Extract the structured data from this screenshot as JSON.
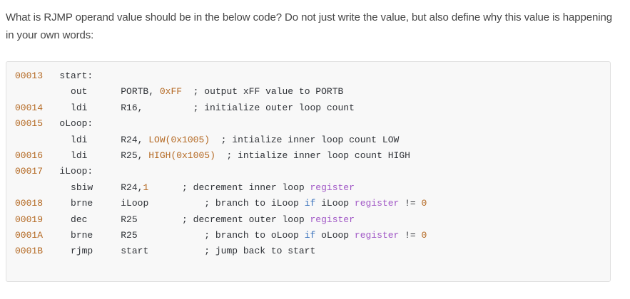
{
  "question": {
    "text": "What is RJMP operand value should be in the below code? Do not just write the value, but also define why this value is happening in your own words:"
  },
  "colors": {
    "accent_orange": "#b46923",
    "keyword_blue": "#3a72bc",
    "register_purple": "#a158c6",
    "code_text": "#2f3237",
    "question_text": "#464646",
    "code_background": "#f8f8f8",
    "code_border": "#e0e0e0"
  },
  "code": {
    "lines": [
      {
        "segments": [
          {
            "c": "num",
            "t": "00013"
          },
          {
            "c": "plain",
            "t": "   start:"
          }
        ]
      },
      {
        "segments": [
          {
            "c": "plain",
            "t": "          out      PORTB, "
          },
          {
            "c": "num",
            "t": "0xFF"
          },
          {
            "c": "plain",
            "t": "  ; output xFF value to PORTB"
          }
        ]
      },
      {
        "segments": [
          {
            "c": "num",
            "t": "00014"
          },
          {
            "c": "plain",
            "t": "     ldi      R16,         ; initialize outer loop count"
          }
        ]
      },
      {
        "segments": [
          {
            "c": "num",
            "t": "00015"
          },
          {
            "c": "plain",
            "t": "   oLoop:"
          }
        ]
      },
      {
        "segments": [
          {
            "c": "plain",
            "t": "          ldi      R24, "
          },
          {
            "c": "num",
            "t": "LOW(0x1005)"
          },
          {
            "c": "plain",
            "t": "  ; intialize inner loop count LOW"
          }
        ]
      },
      {
        "segments": [
          {
            "c": "num",
            "t": "00016"
          },
          {
            "c": "plain",
            "t": "     ldi      R25, "
          },
          {
            "c": "num",
            "t": "HIGH(0x1005)"
          },
          {
            "c": "plain",
            "t": "  ; intialize inner loop count HIGH"
          }
        ]
      },
      {
        "segments": [
          {
            "c": "num",
            "t": "00017"
          },
          {
            "c": "plain",
            "t": "   iLoop:"
          }
        ]
      },
      {
        "segments": [
          {
            "c": "plain",
            "t": "          sbiw     R24,"
          },
          {
            "c": "num",
            "t": "1"
          },
          {
            "c": "plain",
            "t": "      ; decrement inner loop "
          },
          {
            "c": "reg",
            "t": "register"
          }
        ]
      },
      {
        "segments": [
          {
            "c": "num",
            "t": "00018"
          },
          {
            "c": "plain",
            "t": "     brne     iLoop          ; branch to iLoop "
          },
          {
            "c": "kw",
            "t": "if"
          },
          {
            "c": "plain",
            "t": " iLoop "
          },
          {
            "c": "reg",
            "t": "register"
          },
          {
            "c": "plain",
            "t": " != "
          },
          {
            "c": "num",
            "t": "0"
          }
        ]
      },
      {
        "segments": [
          {
            "c": "num",
            "t": "00019"
          },
          {
            "c": "plain",
            "t": "     dec      R25        ; decrement outer loop "
          },
          {
            "c": "reg",
            "t": "register"
          }
        ]
      },
      {
        "segments": [
          {
            "c": "num",
            "t": "0001A"
          },
          {
            "c": "plain",
            "t": "     brne     R25            ; branch to oLoop "
          },
          {
            "c": "kw",
            "t": "if"
          },
          {
            "c": "plain",
            "t": " oLoop "
          },
          {
            "c": "reg",
            "t": "register"
          },
          {
            "c": "plain",
            "t": " != "
          },
          {
            "c": "num",
            "t": "0"
          }
        ]
      },
      {
        "segments": [
          {
            "c": "num",
            "t": "0001B"
          },
          {
            "c": "plain",
            "t": "     rjmp     start          ; jump back to start"
          }
        ]
      }
    ]
  }
}
